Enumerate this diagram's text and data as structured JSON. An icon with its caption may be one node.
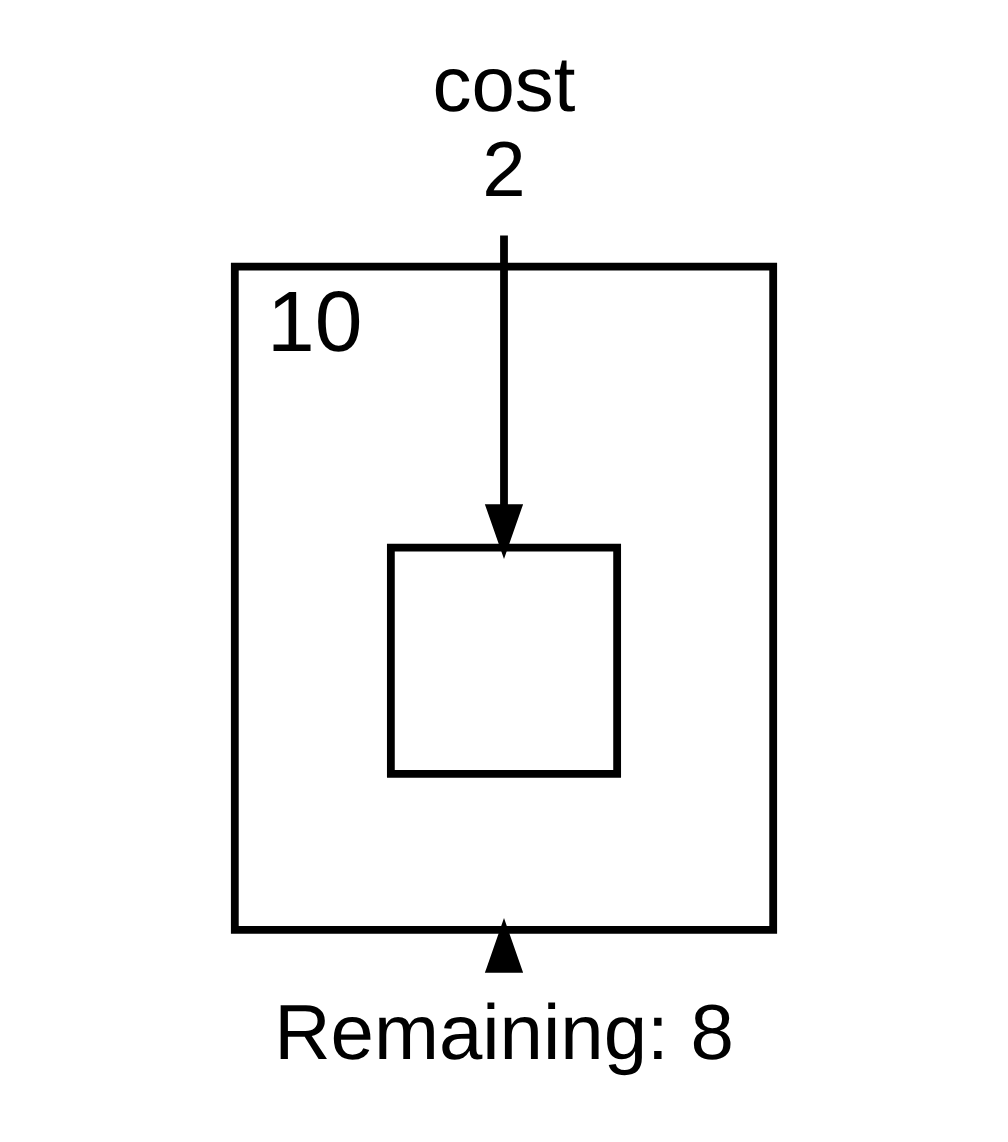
{
  "diagram": {
    "nodes": [
      {
        "text": [
          "10"
        ]
      },
      {
        "text": [],
        "shape": "box",
        "in": 0
      },
      {
        "text": [
          "cost",
          "2"
        ]
      },
      {
        "text": [
          "Remaining: 8"
        ]
      }
    ],
    "edges": [
      {
        "from": 2,
        "to": 1,
        "arrow": "to"
      },
      {
        "from": 3,
        "to": 0,
        "arrow": "to"
      }
    ]
  }
}
